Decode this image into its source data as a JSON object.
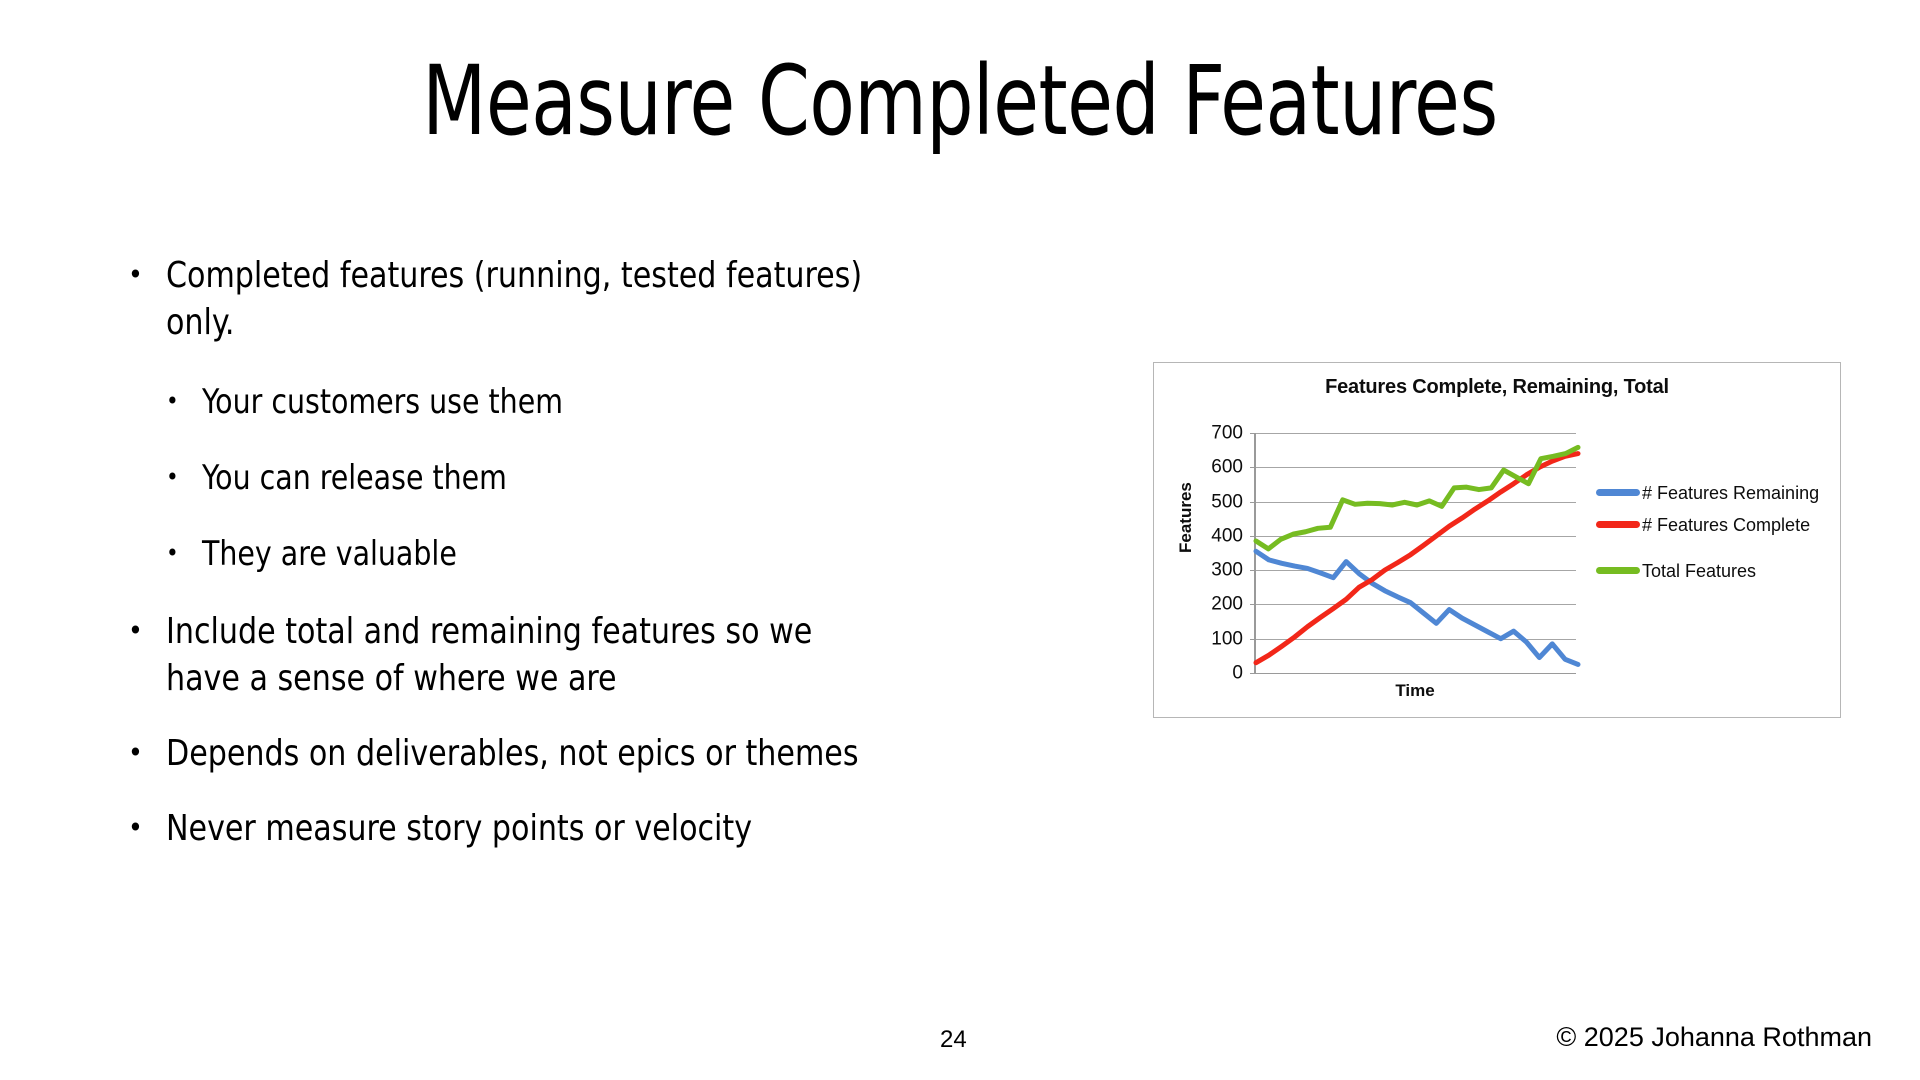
{
  "slide": {
    "title": "Measure Completed Features",
    "page_number": "24",
    "copyright": "© 2025 Johanna Rothman",
    "bullet_marker": "•"
  },
  "body": {
    "bullets": [
      {
        "level": 1,
        "text": "Completed features (running, tested features) only."
      },
      {
        "level": 2,
        "text": "Your customers use them"
      },
      {
        "level": 2,
        "text": "You can release them"
      },
      {
        "level": 2,
        "text": "They are valuable"
      },
      {
        "level": 1,
        "text": "Include total and remaining features so we have a sense of where we are"
      },
      {
        "level": 1,
        "text": "Depends on deliverables, not epics or themes"
      },
      {
        "level": 1,
        "text": "Never measure story points or velocity"
      }
    ]
  },
  "chart_data": {
    "type": "line",
    "title": "Features Complete, Remaining, Total",
    "xlabel": "Time",
    "ylabel": "Features",
    "ylim": [
      0,
      700
    ],
    "yticks": [
      700,
      600,
      500,
      400,
      300,
      200,
      100,
      0
    ],
    "ytick_labels": [
      "700",
      "600",
      "500",
      "400",
      "300",
      "200",
      "100",
      "0"
    ],
    "grid": true,
    "legend_position": "right",
    "x": [
      1,
      2,
      3,
      4,
      5,
      6,
      7,
      8,
      9,
      10,
      11,
      12,
      13,
      14,
      15,
      16,
      17,
      18,
      19,
      20,
      21,
      22,
      23,
      24,
      25
    ],
    "series": [
      {
        "name": "# Features Remaining",
        "color": "#4f87d4",
        "values": [
          355,
          330,
          320,
          312,
          305,
          292,
          278,
          325,
          290,
          262,
          240,
          222,
          205,
          175,
          145,
          185,
          160,
          140,
          120,
          100,
          122,
          90,
          45,
          85,
          40,
          25
        ]
      },
      {
        "name": "# Features Complete",
        "color": "#f22719",
        "values": [
          30,
          52,
          78,
          105,
          135,
          162,
          188,
          215,
          250,
          272,
          300,
          322,
          345,
          372,
          400,
          428,
          452,
          478,
          502,
          528,
          552,
          578,
          600,
          618,
          632,
          640
        ]
      },
      {
        "name": "Total Features",
        "color": "#76bc21",
        "values": [
          385,
          362,
          390,
          405,
          412,
          422,
          425,
          505,
          492,
          495,
          494,
          490,
          498,
          490,
          502,
          486,
          540,
          542,
          535,
          540,
          592,
          572,
          552,
          625,
          632,
          640,
          658
        ]
      }
    ],
    "legend": [
      {
        "label": "# Features Remaining",
        "color": "#4f87d4"
      },
      {
        "label": "# Features Complete",
        "color": "#f22719"
      },
      {
        "label": "Total Features",
        "color": "#76bc21"
      }
    ]
  }
}
